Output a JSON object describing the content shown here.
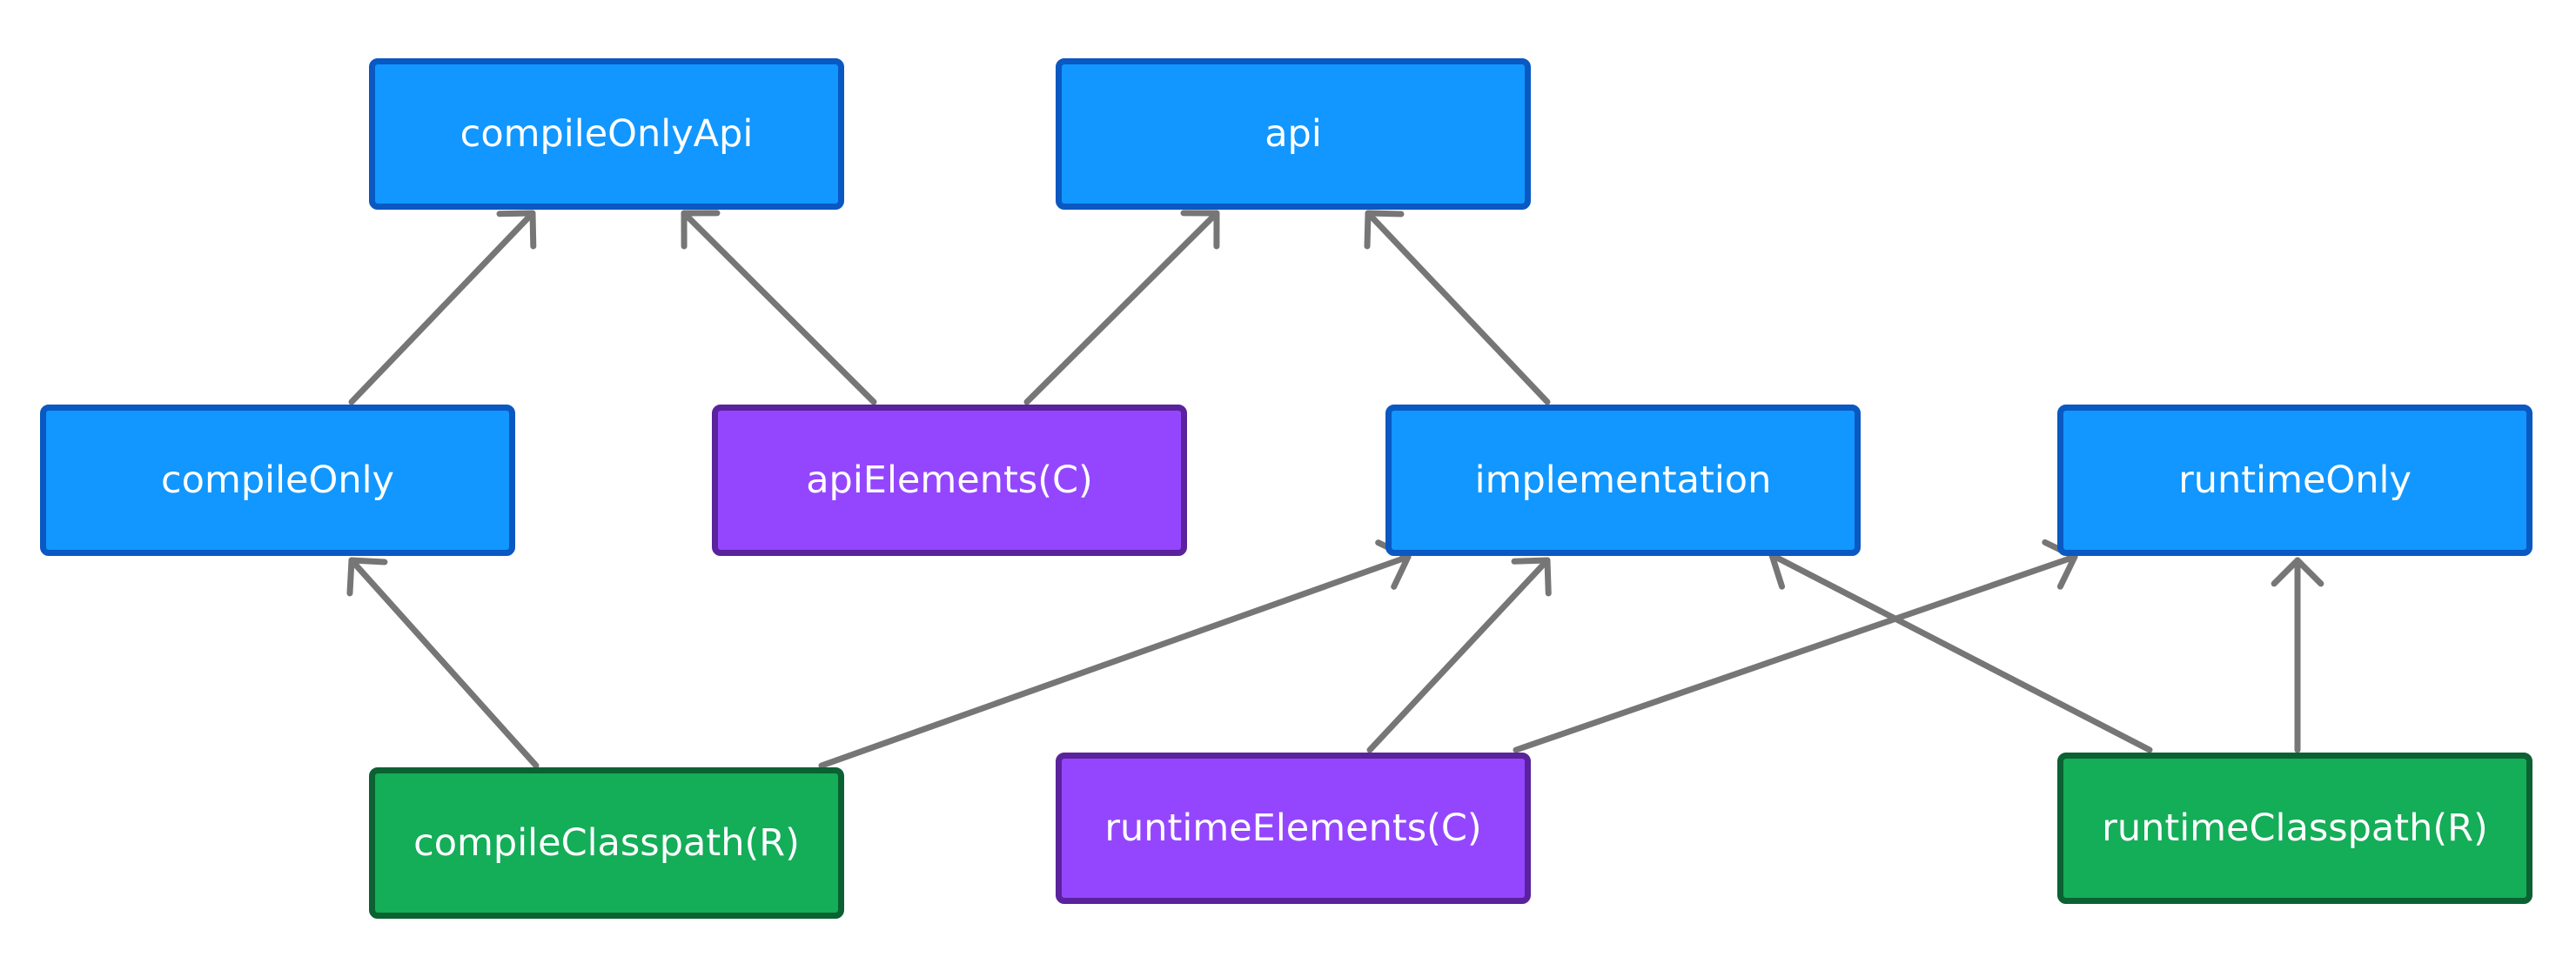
{
  "diagram": {
    "colors": {
      "declarable": "#1197ff",
      "consumable": "#9446ff",
      "resolvable": "#14ad58",
      "edge": "#767676"
    },
    "nodes": [
      {
        "id": "compileOnlyApi",
        "label": "compileOnlyApi",
        "kind": "declarable"
      },
      {
        "id": "api",
        "label": "api",
        "kind": "declarable"
      },
      {
        "id": "compileOnly",
        "label": "compileOnly",
        "kind": "declarable"
      },
      {
        "id": "apiElements",
        "label": "apiElements(C)",
        "kind": "consumable"
      },
      {
        "id": "implementation",
        "label": "implementation",
        "kind": "declarable"
      },
      {
        "id": "runtimeOnly",
        "label": "runtimeOnly",
        "kind": "declarable"
      },
      {
        "id": "compileClasspath",
        "label": "compileClasspath(R)",
        "kind": "resolvable"
      },
      {
        "id": "runtimeElements",
        "label": "runtimeElements(C)",
        "kind": "consumable"
      },
      {
        "id": "runtimeClasspath",
        "label": "runtimeClasspath(R)",
        "kind": "resolvable"
      }
    ],
    "edges": [
      {
        "from": "compileOnly",
        "to": "compileOnlyApi"
      },
      {
        "from": "apiElements",
        "to": "compileOnlyApi"
      },
      {
        "from": "apiElements",
        "to": "api"
      },
      {
        "from": "implementation",
        "to": "api"
      },
      {
        "from": "compileClasspath",
        "to": "compileOnly"
      },
      {
        "from": "compileClasspath",
        "to": "implementation"
      },
      {
        "from": "runtimeElements",
        "to": "implementation"
      },
      {
        "from": "runtimeElements",
        "to": "runtimeOnly"
      },
      {
        "from": "runtimeClasspath",
        "to": "implementation"
      },
      {
        "from": "runtimeClasspath",
        "to": "runtimeOnly"
      }
    ]
  }
}
